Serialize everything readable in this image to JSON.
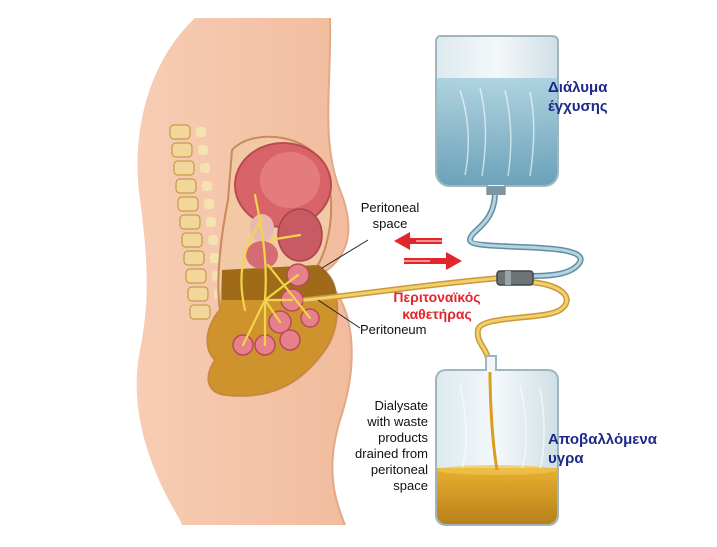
{
  "labels": {
    "peritoneal_space": "Peritoneal\nspace",
    "peritoneum": "Peritoneum",
    "dialysate_drained": "Dialysate\nwith waste\nproducts\ndrained from\nperitoneal\nspace"
  },
  "greek_labels": {
    "infusion_solution": "Διάλυμα\nέγχυσης",
    "peritoneal_catheter": "Περιτοναϊκός\nκαθετήρας",
    "discarded_fluids": "Αποβαλλόμενα\nυγρα"
  },
  "colors": {
    "skin": "#f4c4a8",
    "skin_outline": "#e8a888",
    "fluid": "#d9a020",
    "dialysate_blue": "#7fb3c8",
    "label_blue": "#1b2a8a",
    "label_red": "#e3262b",
    "arrow_red": "#e3262b"
  },
  "icons": {
    "flow_arrow_left": "red-arrow-left-icon",
    "flow_arrow_right": "red-arrow-right-icon",
    "catheter_connector": "connector-icon"
  }
}
